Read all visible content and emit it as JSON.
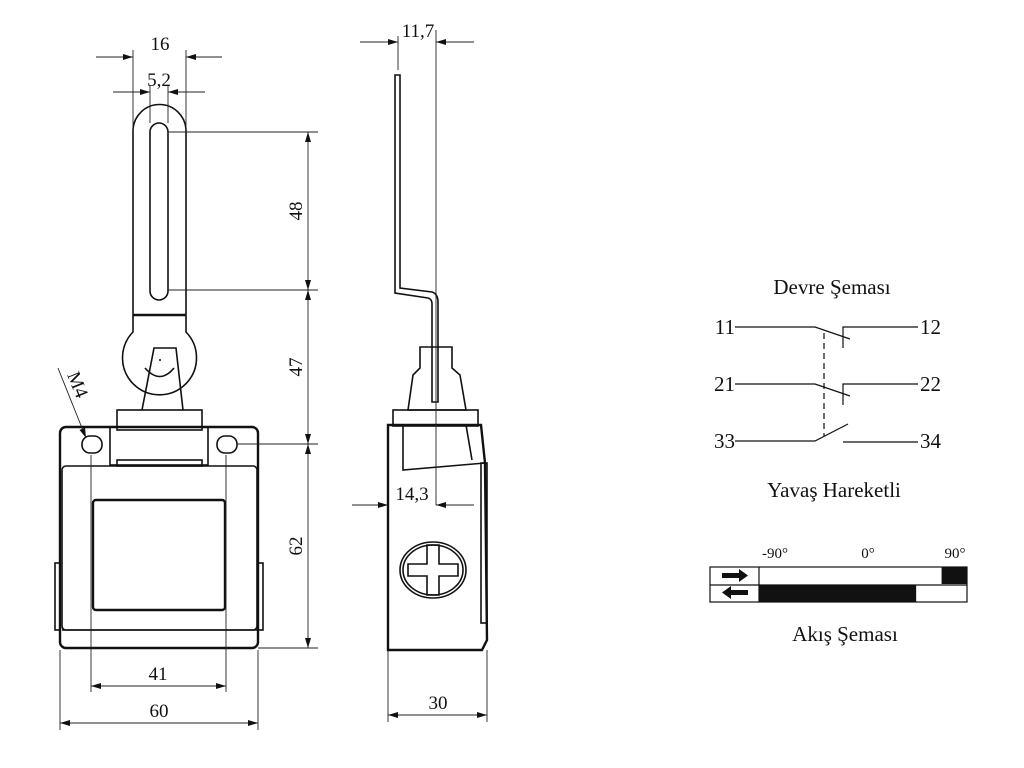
{
  "front_view": {
    "dims": {
      "lever_width": "16",
      "slot_width": "5,2",
      "slot_length": "48",
      "pivot_to_hole": "47",
      "body_height": "62",
      "hole_spacing": "41",
      "body_width": "60",
      "thread": "M4"
    }
  },
  "side_view": {
    "dims": {
      "lever_offset": "11,7",
      "axis_offset": "14,3",
      "body_depth": "30"
    }
  },
  "circuit": {
    "title": "Devre Şeması",
    "rows": [
      {
        "left": "11",
        "right": "12",
        "type": "NC"
      },
      {
        "left": "21",
        "right": "22",
        "type": "NC"
      },
      {
        "left": "33",
        "right": "34",
        "type": "NO"
      }
    ],
    "caption": "Yavaş Hareketli"
  },
  "flow": {
    "labels": [
      "-90°",
      "0°",
      "90°"
    ],
    "range": [
      -90,
      90
    ],
    "forward_active": [
      68,
      90
    ],
    "reverse_active": [
      -90,
      46
    ],
    "fill_color": "#111111",
    "caption": "Akış Şeması"
  }
}
